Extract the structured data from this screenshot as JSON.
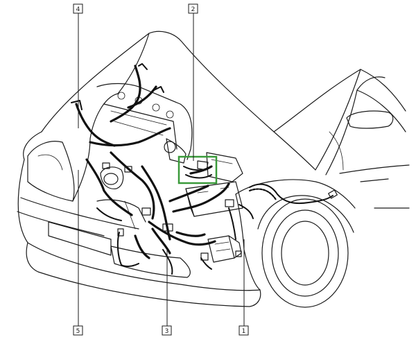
{
  "callouts": [
    {
      "label": "4"
    },
    {
      "label": "2"
    },
    {
      "label": "5"
    },
    {
      "label": "3"
    },
    {
      "label": "1"
    }
  ],
  "highlight": {
    "color": "#3a9a3a"
  },
  "colors": {
    "ink": "#1a1a1a",
    "background": "#ffffff"
  }
}
